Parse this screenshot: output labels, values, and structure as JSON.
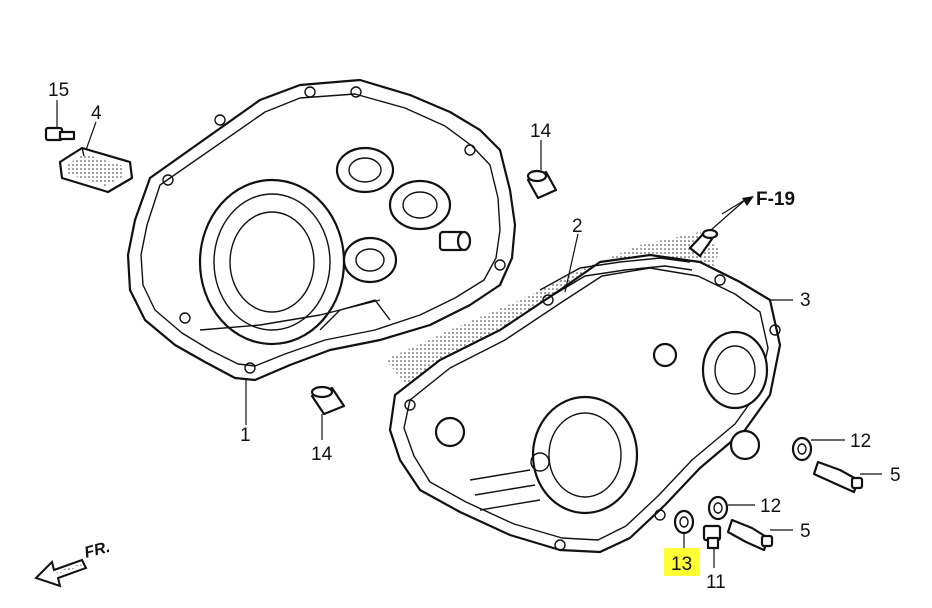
{
  "diagram": {
    "callouts": {
      "p15": "15",
      "p4": "4",
      "p14a": "14",
      "p14b": "14",
      "p2": "2",
      "p3": "3",
      "p1": "1",
      "p12a": "12",
      "p12b": "12",
      "p5a": "5",
      "p5b": "5",
      "p13": "13",
      "p11": "11"
    },
    "reference": "F-19",
    "direction": "FR.",
    "highlight_color": "#ffff33"
  }
}
